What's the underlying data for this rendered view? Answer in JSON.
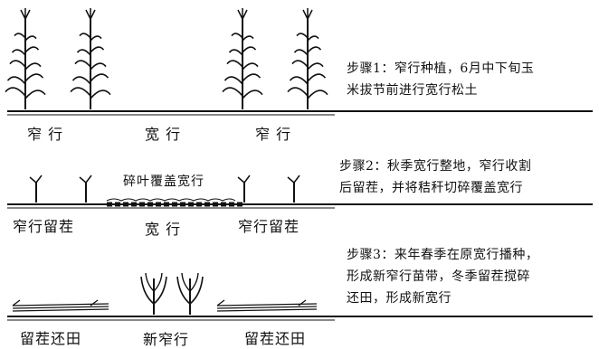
{
  "panel1": {
    "labels": [
      "窄 行",
      "宽 行",
      "窄 行"
    ],
    "step_lines": [
      "步骤1：窄行种植，6月中下旬玉",
      "米拔节前进行宽行松土"
    ]
  },
  "panel2": {
    "top_label": "碎叶覆盖宽行",
    "labels": [
      "窄行留茬",
      "宽 行",
      "窄行留茬"
    ],
    "step_lines": [
      "步骤2：秋季宽行整地，窄行收割",
      "后留茬，并将秸秆切碎覆盖宽行"
    ]
  },
  "panel3": {
    "labels": [
      "留茬还田",
      "新窄行",
      "留茬还田"
    ],
    "step_lines": [
      "步骤3：来年春季在原宽行播种，",
      "形成新窄行苗带，冬季留茬搅碎",
      "还田，形成新宽行"
    ]
  }
}
